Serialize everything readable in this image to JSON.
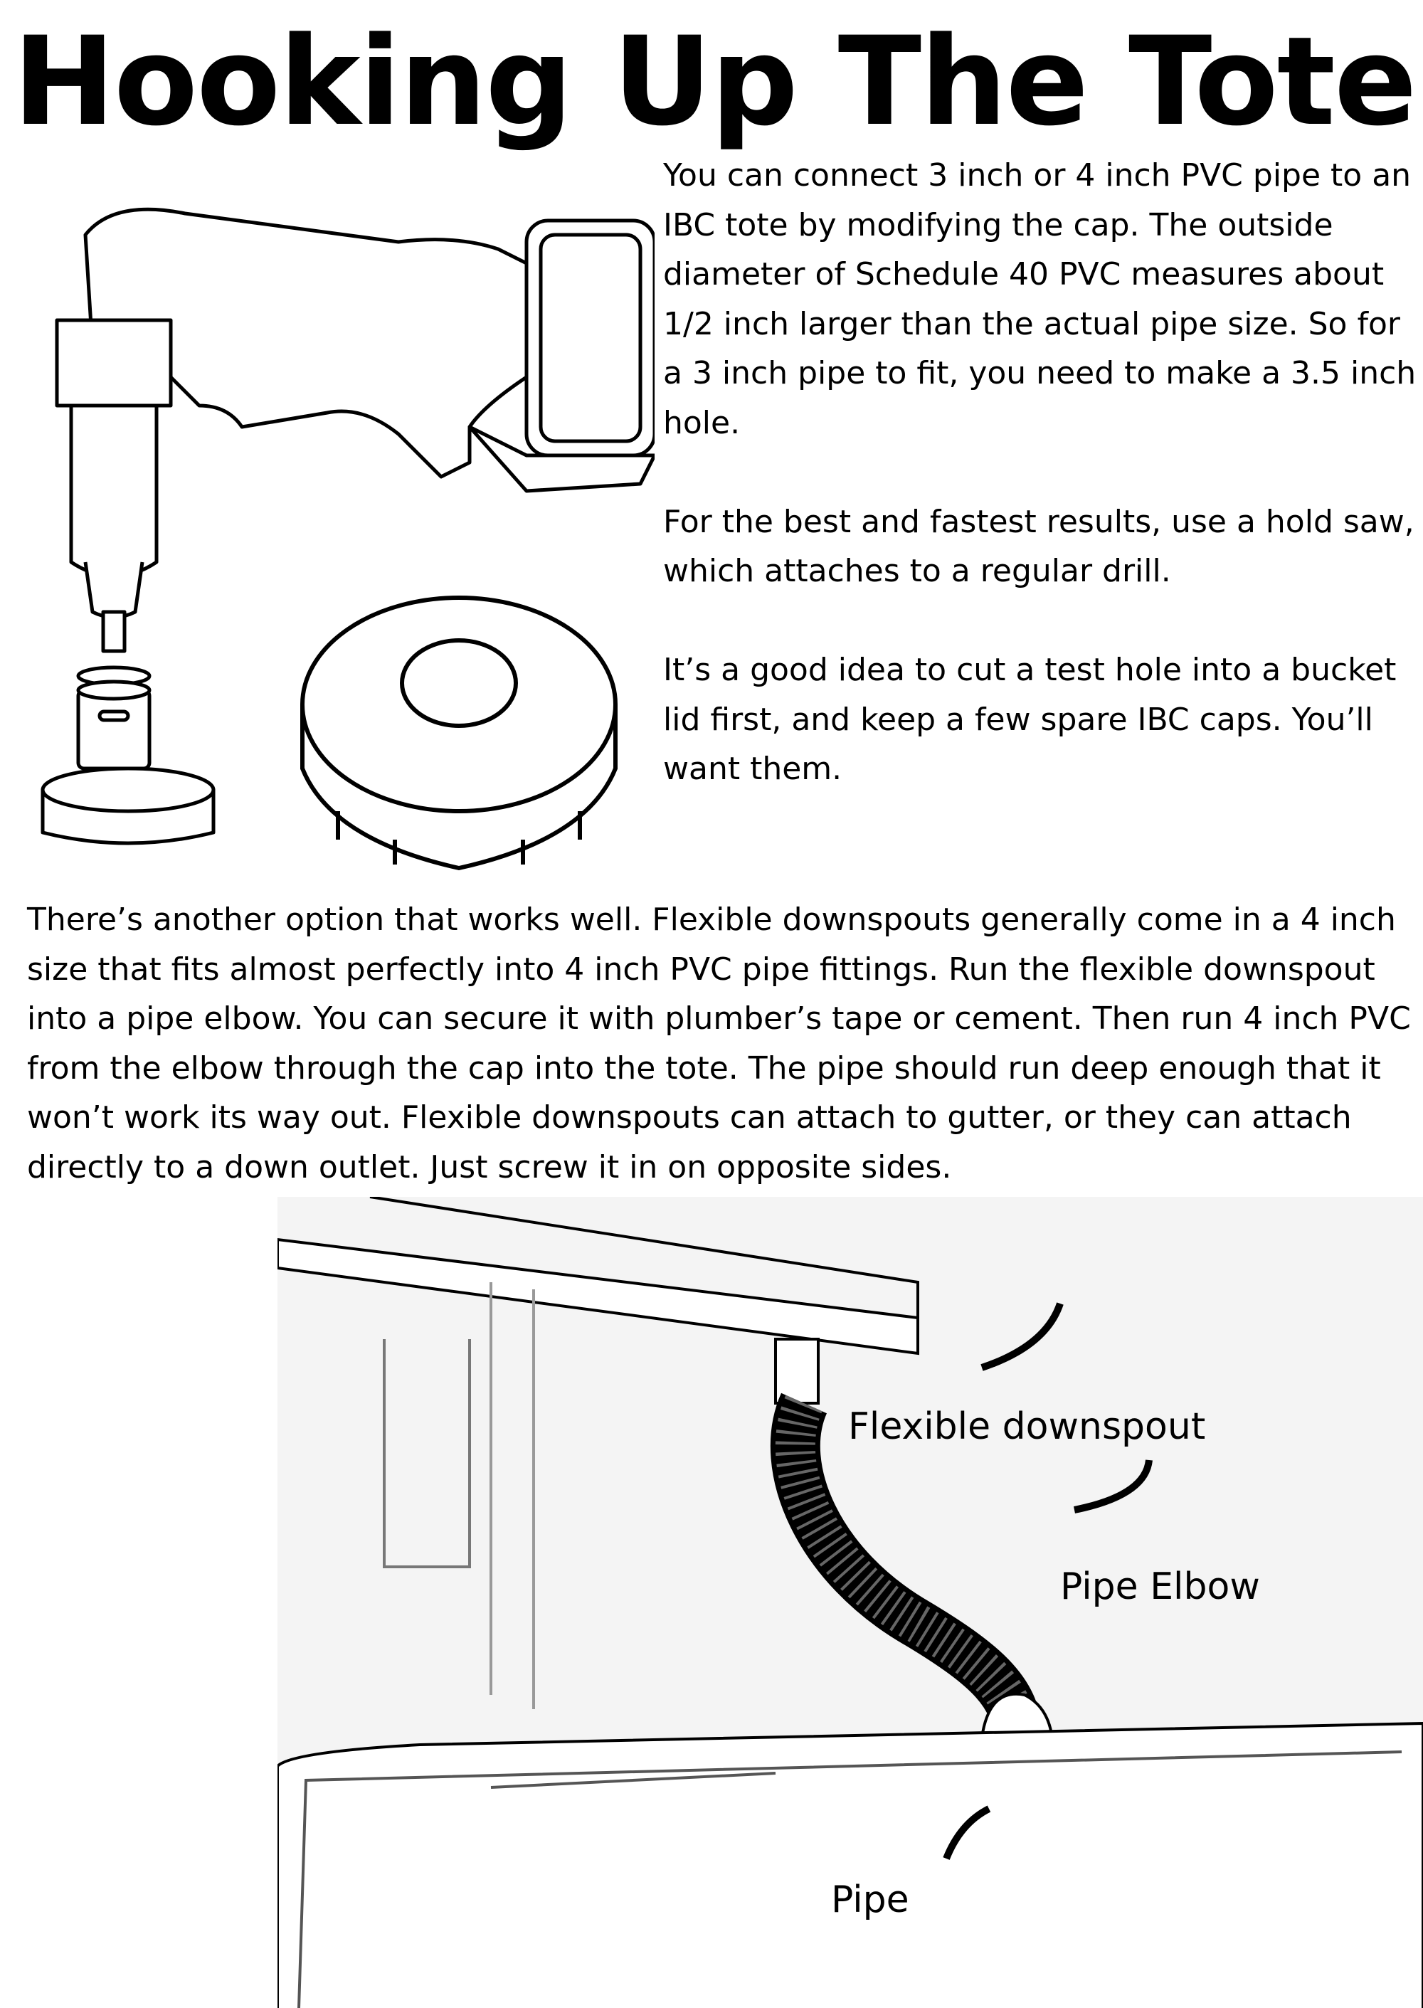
{
  "title": "Hooking Up The Tote",
  "intro_paragraphs": [
    "You can connect 3 inch or 4 inch PVC pipe to an IBC tote by modifying the cap. The outside diameter of Schedule 40 PVC measures about 1/2 inch larger than the actual pipe size. So for a 3 inch pipe to fit, you need to make a 3.5 inch hole.",
    "For the best and fastest results, use a hold saw, which attaches to a regular drill.",
    "It’s a good idea to cut a test hole into a bucket lid first, and keep a few spare IBC caps. You’ll want them."
  ],
  "main_paragraph": "There’s another option that works well. Flexible downspouts generally come in a 4 inch size that fits almost perfectly into 4 inch PVC pipe fittings. Run the flexible downspout into a pipe elbow. You can secure it with plumber’s tape or cement. Then run 4 inch PVC from the elbow through the cap into the tote. The pipe should run deep enough that it won’t work its way out. Flexible downspouts can attach to gutter, or they can attach directly to a down outlet. Just screw it in on opposite sides.",
  "labels": {
    "downspout": "Flexible downspout",
    "elbow": "Pipe Elbow",
    "pipe": "Pipe"
  }
}
